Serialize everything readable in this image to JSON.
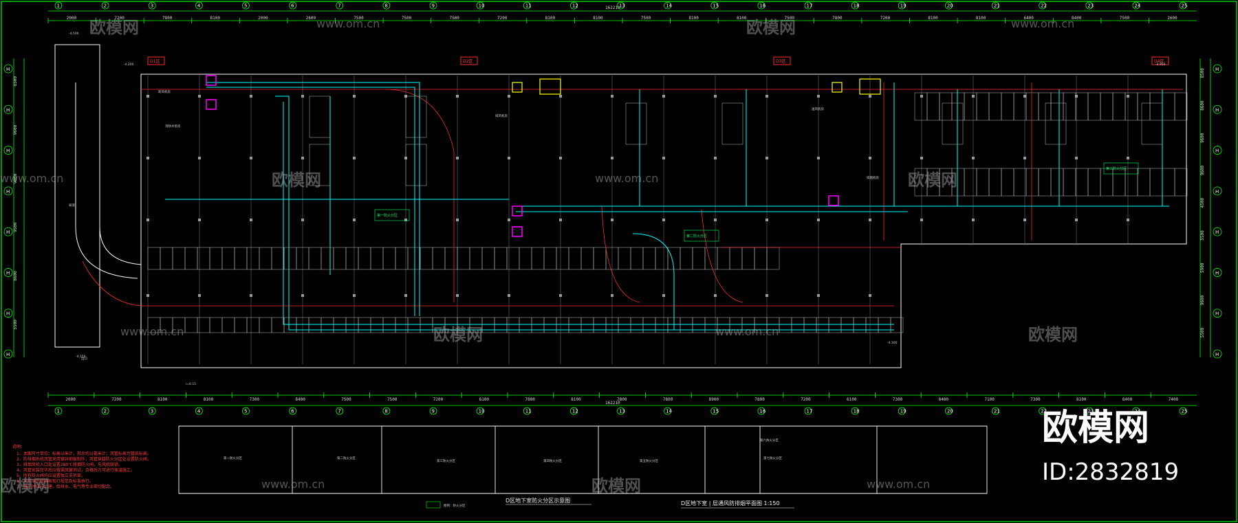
{
  "drawing": {
    "top_total_dimension": "162210",
    "bottom_total_dimension": "162210",
    "top_dimensions": [
      "2000",
      "7200",
      "7800",
      "8100",
      "2000",
      "2600",
      "7500",
      "7500",
      "7500",
      "7200",
      "8100",
      "8100",
      "7500",
      "8100",
      "8100",
      "7500",
      "7800",
      "7200",
      "8100",
      "8100",
      "6400",
      "8400",
      "7500",
      "2600"
    ],
    "bottom_dimensions": [
      "2000",
      "7200",
      "8100",
      "8100",
      "7300",
      "8400",
      "7500",
      "7500",
      "7200",
      "6100",
      "7800",
      "8100",
      "7800",
      "7800",
      "8900",
      "7800",
      "7200",
      "6100",
      "7300",
      "8400",
      "7100",
      "7300",
      "8100",
      "8400",
      "7400"
    ],
    "left_dimensions": [
      "8500",
      "9600",
      "9800",
      "9500",
      "8600",
      "5500"
    ],
    "right_dimensions": [
      "8500",
      "8600",
      "9600",
      "9600",
      "4500",
      "5500",
      "5900",
      "9600",
      "5500"
    ],
    "column_axis_labels": [
      "1",
      "2",
      "3",
      "4",
      "5",
      "6",
      "7",
      "8",
      "9",
      "10",
      "11",
      "12",
      "13",
      "14",
      "15",
      "16",
      "17",
      "18",
      "19",
      "20",
      "21",
      "22",
      "23",
      "24",
      "25"
    ],
    "row_axis_labels": [
      "H",
      "H",
      "H",
      "H",
      "H",
      "H",
      "H",
      "H"
    ],
    "zone_tags": [
      "D1区",
      "D2区",
      "D3区",
      "D4区"
    ],
    "fire_zone_labels": [
      "第一防火分区",
      "第二防火分区",
      "第三防火分区"
    ],
    "equipment_labels": [
      "新风机房",
      "排风机房",
      "送风机房",
      "排烟机房",
      "消防水泵房"
    ],
    "level_markers": [
      "-4.500",
      "-4.200",
      "-4.150",
      "-4.100",
      "-3.950"
    ],
    "ramp_label": "坡道",
    "slope_label": "i=0.15",
    "exit_label": "出口",
    "notes_heading": "说明：",
    "notes_lines": [
      "1、本图尺寸单位：标高以米计，其余均以毫米计；风管标高为管底标高。",
      "2、防排烟系统风管采用镀锌钢板制作，风管穿越防火分区处设置防火阀。",
      "3、排烟风机入口处设置280℃排烟防火阀，与风机联锁。",
      "4、风管安装完毕后应做漏风量测试，合格后方可进行保温施工。",
      "5、所有防火阀均应设置独立支吊架。",
      "6、未尽事宜按国家现行规范及标准执行。",
      "7、施工时应与土建、给排水、电气等专业密切配合。"
    ],
    "legend_text": "图例：防火分区",
    "zoning_plan_title": "D区地下室防火分区示意图",
    "main_title": "D区地下室 | 层通风防排烟平面图 1:150",
    "zoning_plan_zones": [
      "第一防火分区",
      "第二防火分区",
      "第三防火分区",
      "第四防火分区",
      "第五防火分区",
      "第六防火分区",
      "第七防火分区"
    ]
  },
  "watermark": {
    "brand_large": "欧模网",
    "id_text": "ID:2832819",
    "brand_repeat": "欧模网",
    "url_repeat": "www.om.cn"
  },
  "colors": {
    "background": "#000000",
    "border": "#00ff00",
    "wall": "#ffffff",
    "duct": "#00ffff",
    "fire_line": "#ff2a2a",
    "equipment": "#ff00ff",
    "annotation": "#ffff00",
    "grid_axis": "#00ff00"
  }
}
